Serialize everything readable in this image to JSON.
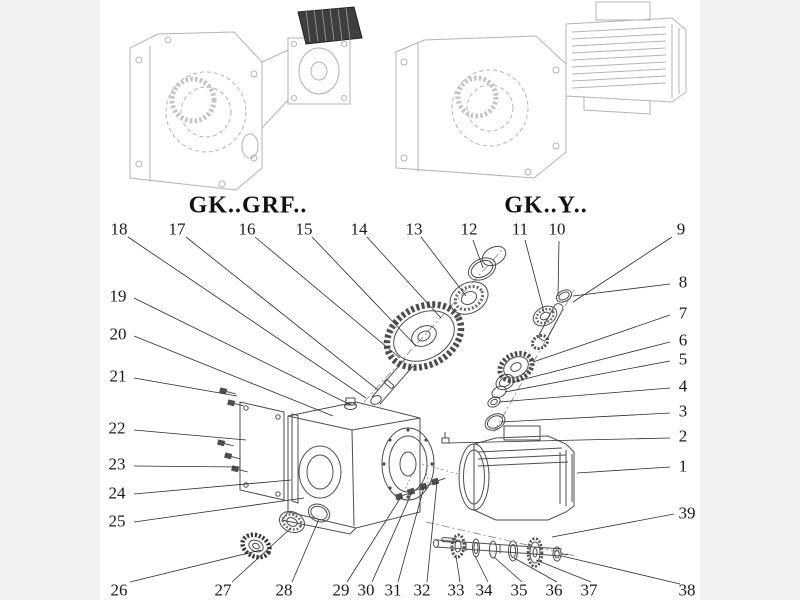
{
  "titles": {
    "left": "GK..GRF..",
    "right": "GK..Y.."
  },
  "colors": {
    "outer_bg": "#f1f1f1",
    "canvas_bg": "#ffffff",
    "line_light": "#b4b4b4",
    "line_dark": "#4e4e4e",
    "text": "#1b1b1b"
  },
  "parts": {
    "n1": "1",
    "n2": "2",
    "n3": "3",
    "n4": "4",
    "n5": "5",
    "n6": "6",
    "n7": "7",
    "n8": "8",
    "n9": "9",
    "n10": "10",
    "n11": "11",
    "n12": "12",
    "n13": "13",
    "n14": "14",
    "n15": "15",
    "n16": "16",
    "n17": "17",
    "n18": "18",
    "n19": "19",
    "n20": "20",
    "n21": "21",
    "n22": "22",
    "n23": "23",
    "n24": "24",
    "n25": "25",
    "n26": "26",
    "n27": "27",
    "n28": "28",
    "n29": "29",
    "n30": "30",
    "n31": "31",
    "n32": "32",
    "n33": "33",
    "n34": "34",
    "n35": "35",
    "n36": "36",
    "n37": "37",
    "n38": "38",
    "n39": "39"
  }
}
